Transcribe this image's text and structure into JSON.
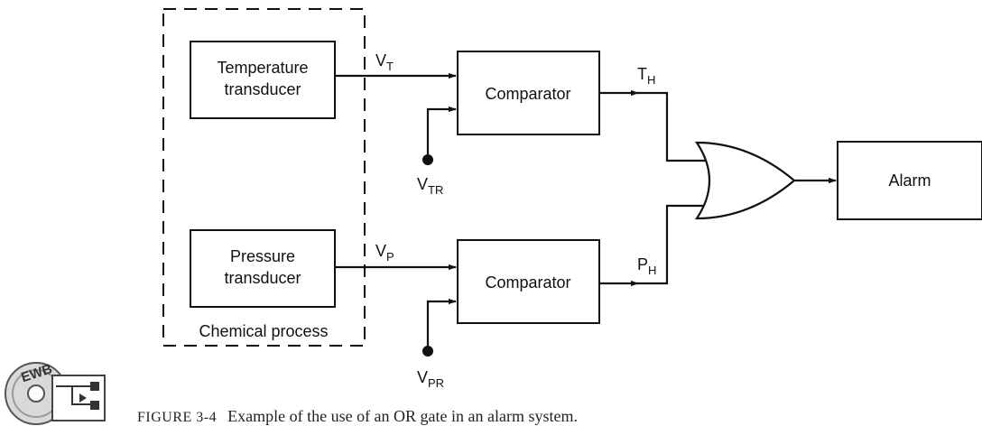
{
  "blocks": {
    "temperature_transducer": [
      "Temperature",
      "transducer"
    ],
    "pressure_transducer": [
      "Pressure",
      "transducer"
    ],
    "comparator_top": "Comparator",
    "comparator_bottom": "Comparator",
    "alarm": "Alarm",
    "process_label": "Chemical process"
  },
  "signals": {
    "vt": {
      "main": "V",
      "sub": "T"
    },
    "vtr": {
      "main": "V",
      "sub": "TR"
    },
    "th": {
      "main": "T",
      "sub": "H"
    },
    "vp": {
      "main": "V",
      "sub": "P"
    },
    "vpr": {
      "main": "V",
      "sub": "PR"
    },
    "ph": {
      "main": "P",
      "sub": "H"
    }
  },
  "logo": {
    "text": "EWB"
  },
  "caption": {
    "number": "FIGURE 3-4",
    "text": "Example of the use of an OR gate in an alarm system."
  }
}
